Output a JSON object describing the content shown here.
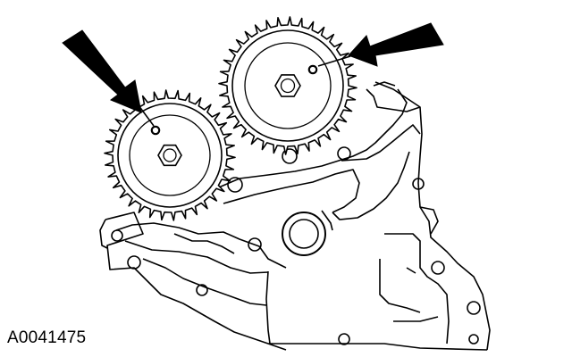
{
  "figure": {
    "id_label": "A0041475"
  },
  "parts": {
    "left_sprocket": {
      "name": "camshaft-sprocket",
      "teeth": 34
    },
    "right_sprocket": {
      "name": "camshaft-sprocket",
      "teeth": 36
    },
    "pointer_arrows": {
      "count": 2,
      "target": "timing-mark"
    }
  },
  "colors": {
    "line": "#000000",
    "background": "#ffffff"
  }
}
